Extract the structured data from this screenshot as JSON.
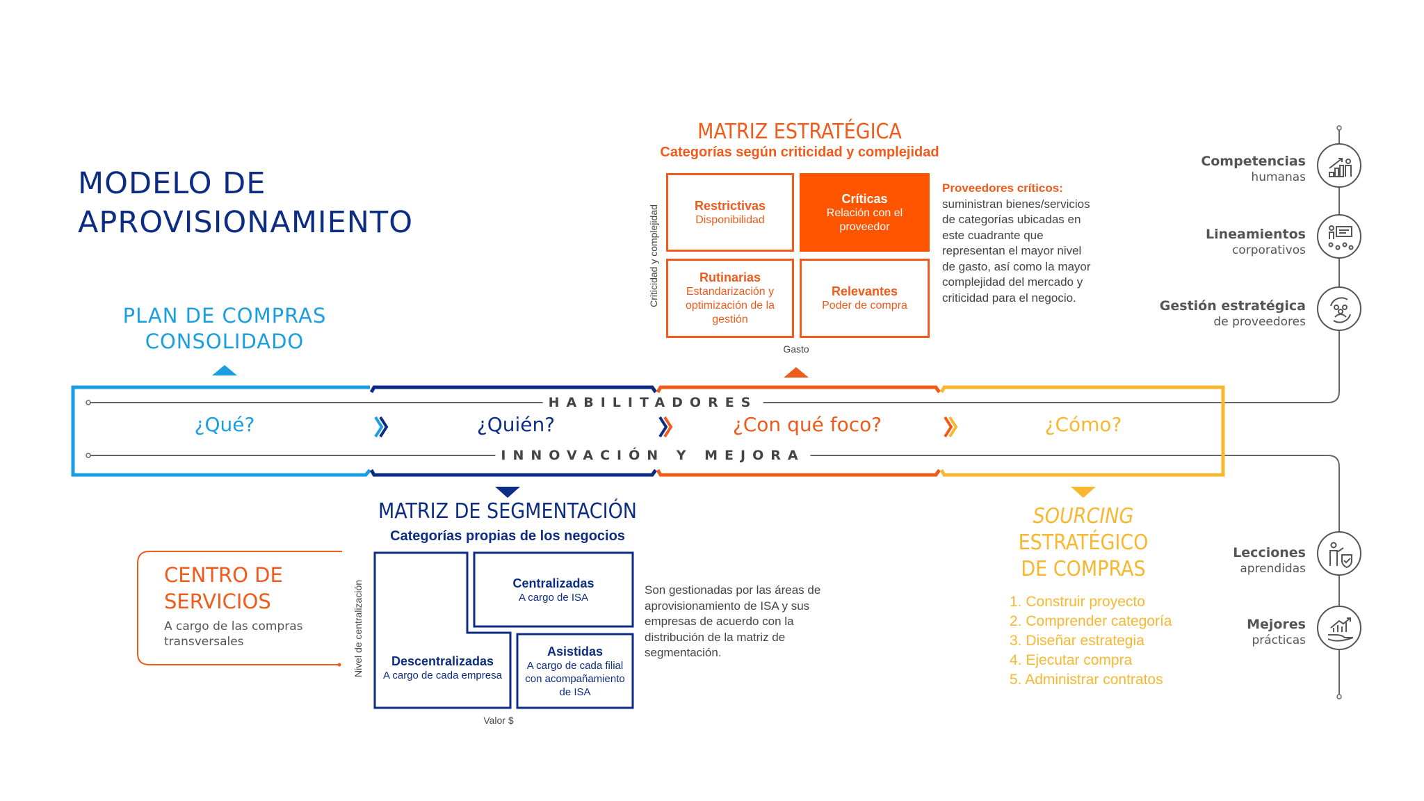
{
  "title": {
    "line1": "MODELO DE",
    "line2": "APROVISIONAMIENTO"
  },
  "plan": {
    "line1": "PLAN DE COMPRAS",
    "line2": "CONSOLIDADO"
  },
  "band": {
    "top_label": "HABILITADORES",
    "bottom_label": "INNOVACIÓN Y MEJORA",
    "questions": [
      "¿Qué?",
      "¿Quién?",
      "¿Con qué foco?",
      "¿Cómo?"
    ]
  },
  "matriz_estrategica": {
    "title": "MATRIZ ESTRATÉGICA",
    "subtitle": "Categorías según criticidad y complejidad",
    "y_axis": "Criticidad y complejidad",
    "x_axis": "Gasto",
    "cells": [
      {
        "name": "Restrictivas",
        "desc": "Disponibilidad"
      },
      {
        "name": "Críticas",
        "desc": "Relación con el proveedor"
      },
      {
        "name": "Rutinarias",
        "desc": "Estandarización y optimización de la gestión"
      },
      {
        "name": "Relevantes",
        "desc": "Poder de compra"
      }
    ],
    "note_bold": "Proveedores críticos:",
    "note_text": " suministran bienes/servicios de categorías ubicadas en este cuadrante que representan el mayor nivel de gasto, así como la mayor complejidad del mercado y criticidad para el negocio."
  },
  "matriz_segmentacion": {
    "title": "MATRIZ DE SEGMENTACIÓN",
    "subtitle": "Categorías propias de los negocios",
    "y_axis": "Nivel de centralización",
    "x_axis": "Valor $",
    "cells": [
      {
        "name": "Centralizadas",
        "desc": "A cargo de ISA"
      },
      {
        "name": "Descentralizadas",
        "desc": "A cargo de cada empresa"
      },
      {
        "name": "Asistidas",
        "desc": "A cargo de cada filial con acompañamiento de ISA"
      }
    ],
    "note": "Son gestionadas por las áreas de aprovisionamiento de ISA y sus empresas de acuerdo con la distribución de la matriz de segmentación."
  },
  "centro_servicios": {
    "line1": "CENTRO DE",
    "line2": "SERVICIOS",
    "desc": "A cargo de las compras transversales"
  },
  "sourcing": {
    "line1": "SOURCING",
    "line2": "ESTRATÉGICO",
    "line3": "DE COMPRAS",
    "steps": [
      "1. Construir proyecto",
      "2. Comprender categoría",
      "3. Diseñar estrategia",
      "4. Ejecutar compra",
      "5. Administrar contratos"
    ]
  },
  "habilitadores": [
    {
      "bold": "Competencias",
      "sub": "humanas",
      "icon": "growth-people-icon"
    },
    {
      "bold": "Lineamientos",
      "sub": "corporativos",
      "icon": "presentation-icon"
    },
    {
      "bold": "Gestión estratégica",
      "sub": "de proveedores",
      "icon": "team-cycle-icon"
    }
  ],
  "innovacion": [
    {
      "bold": "Lecciones",
      "sub": "aprendidas",
      "icon": "person-shield-icon"
    },
    {
      "bold": "Mejores",
      "sub": "prácticas",
      "icon": "hand-chart-icon"
    }
  ],
  "colors": {
    "light_blue": "#1a9ee0",
    "navy": "#0c2d83",
    "orange": "#f05a1a",
    "critical": "#ff5500",
    "yellow": "#f7b731",
    "gray": "#555555"
  }
}
